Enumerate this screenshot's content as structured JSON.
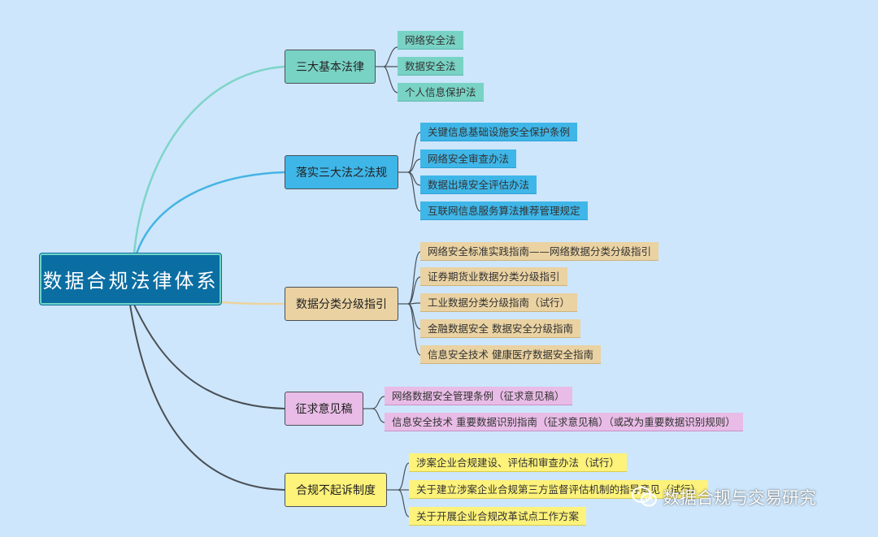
{
  "root": {
    "label": "数据合规法律体系"
  },
  "branches": [
    {
      "label": "三大基本法律",
      "color": "#79d3c5",
      "leaves": [
        "网络安全法",
        "数据安全法",
        "个人信息保护法"
      ]
    },
    {
      "label": "落实三大法之法规",
      "color": "#3fb6e8",
      "leaves": [
        "关键信息基础设施安全保护条例",
        "网络安全审查办法",
        "数据出境安全评估办法",
        "互联网信息服务算法推荐管理规定"
      ]
    },
    {
      "label": "数据分类分级指引",
      "color": "#ead2a2",
      "leaves": [
        "网络安全标准实践指南——网络数据分类分级指引",
        "证券期货业数据分类分级指引",
        "工业数据分类分级指南（试行）",
        "金融数据安全 数据安全分级指南",
        "信息安全技术 健康医疗数据安全指南"
      ]
    },
    {
      "label": "征求意见稿",
      "color": "#e8bce6",
      "leaves": [
        "网络数据安全管理条例（征求意见稿）",
        "信息安全技术 重要数据识别指南（征求意见稿）（或改为重要数据识别规则）"
      ]
    },
    {
      "label": "合规不起诉制度",
      "color": "#fdf27a",
      "leaves": [
        "涉案企业合规建设、评估和审查办法（试行）",
        "关于建立涉案企业合规第三方监督评估机制的指导意见（试行）",
        "关于开展企业合规改革试点工作方案"
      ]
    }
  ],
  "watermark": {
    "icon": "wechat-icon",
    "text": "数据合规与交易研究"
  }
}
